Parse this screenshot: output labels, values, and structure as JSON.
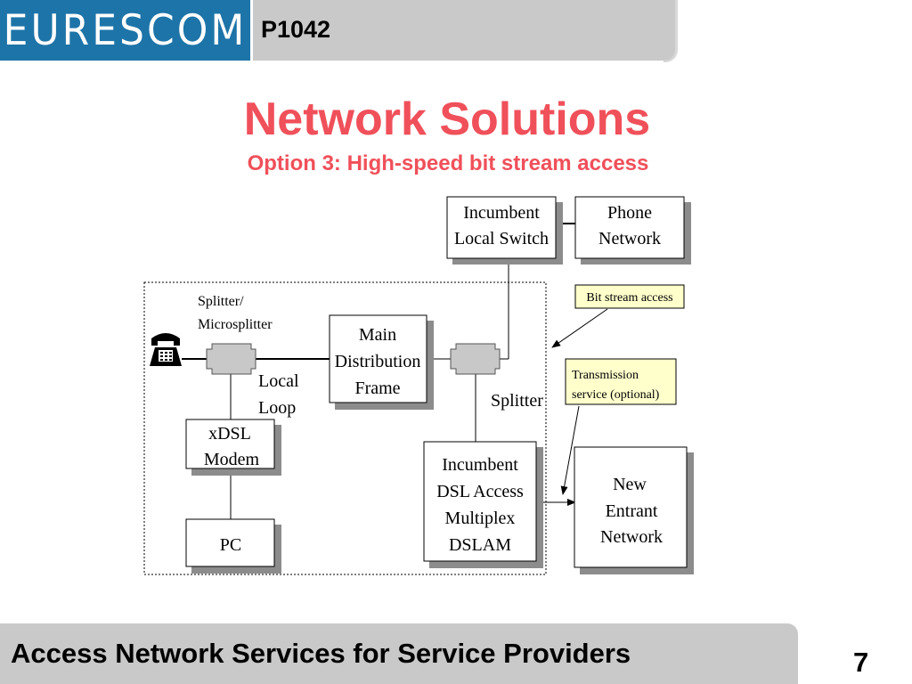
{
  "header": {
    "logo_text": "EURESCOM",
    "project_code": "P1042"
  },
  "slide": {
    "title": "Network Solutions",
    "subtitle": "Option 3: High-speed bit stream access"
  },
  "diagram": {
    "nodes": {
      "incumbent_local_switch": [
        "Incumbent",
        "Local Switch"
      ],
      "phone_network": [
        "Phone",
        "Network"
      ],
      "main_distribution_frame": [
        "Main",
        "Distribution",
        "Frame"
      ],
      "xdsl_modem": [
        "xDSL",
        "Modem"
      ],
      "pc": [
        "PC"
      ],
      "incumbent_dslam": [
        "Incumbent",
        "DSL Access",
        "Multiplex",
        "DSLAM"
      ],
      "new_entrant_network": [
        "New",
        "Entrant",
        "Network"
      ]
    },
    "labels": {
      "splitter_microsplitter": [
        "Splitter/",
        "Microsplitter"
      ],
      "local_loop": [
        "Local",
        "Loop"
      ],
      "splitter": "Splitter"
    },
    "callouts": {
      "bit_stream_access": "Bit stream access",
      "transmission_service": [
        "Transmission",
        "service (optional)"
      ]
    },
    "icons": {
      "telephone": "telephone-icon"
    },
    "colors": {
      "callout_fill": "#ffffcc",
      "splitter_fill": "#c8c8c8",
      "box_shadow": "#8c8c8c"
    }
  },
  "footer": {
    "text": "Access Network Services for Service Providers",
    "page_number": "7"
  },
  "colors": {
    "accent": "#f0505a",
    "logo_bg": "#1d74a8",
    "bar_gray": "#c9c9c9"
  }
}
